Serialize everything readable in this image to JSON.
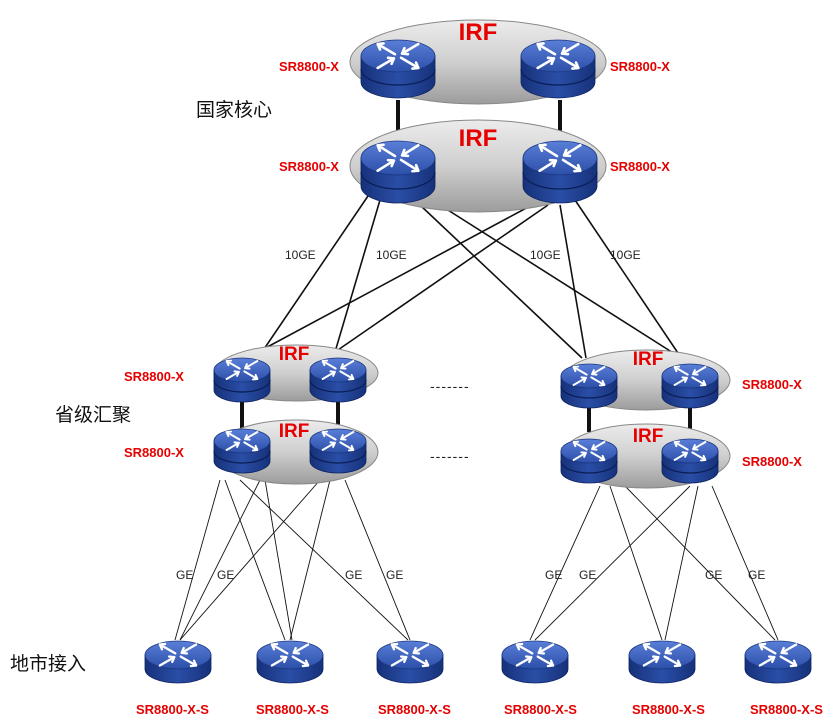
{
  "tiers": {
    "core": "国家核心",
    "aggregation": "省级汇聚",
    "access": "地市接入"
  },
  "core": {
    "irf_label": "IRF",
    "upper_left_label": "SR8800-X",
    "upper_right_label": "SR8800-X",
    "lower_left_label": "SR8800-X",
    "lower_right_label": "SR8800-X"
  },
  "core_links_label": [
    "10GE",
    "10GE",
    "10GE",
    "10GE"
  ],
  "aggregation": {
    "irf_label": "IRF",
    "left_upper_label": "SR8800-X",
    "left_lower_label": "SR8800-X",
    "right_upper_label": "SR8800-X",
    "right_lower_label": "SR8800-X",
    "ellipsis": "-------"
  },
  "access_links_label": [
    "GE",
    "GE",
    "GE",
    "GE",
    "GE",
    "GE",
    "GE",
    "GE"
  ],
  "access_labels": [
    "SR8800-X-S",
    "SR8800-X-S",
    "SR8800-X-S",
    "SR8800-X-S",
    "SR8800-X-S",
    "SR8800-X-S"
  ],
  "colors": {
    "router_body": "#1e3f94",
    "router_top": "#3d63c4",
    "irf_platform": "#c8c8c8",
    "label_red": "#e60000",
    "line": "#111111"
  },
  "icons": {
    "router": "router-icon",
    "irf_stack": "irf-platform-icon"
  }
}
